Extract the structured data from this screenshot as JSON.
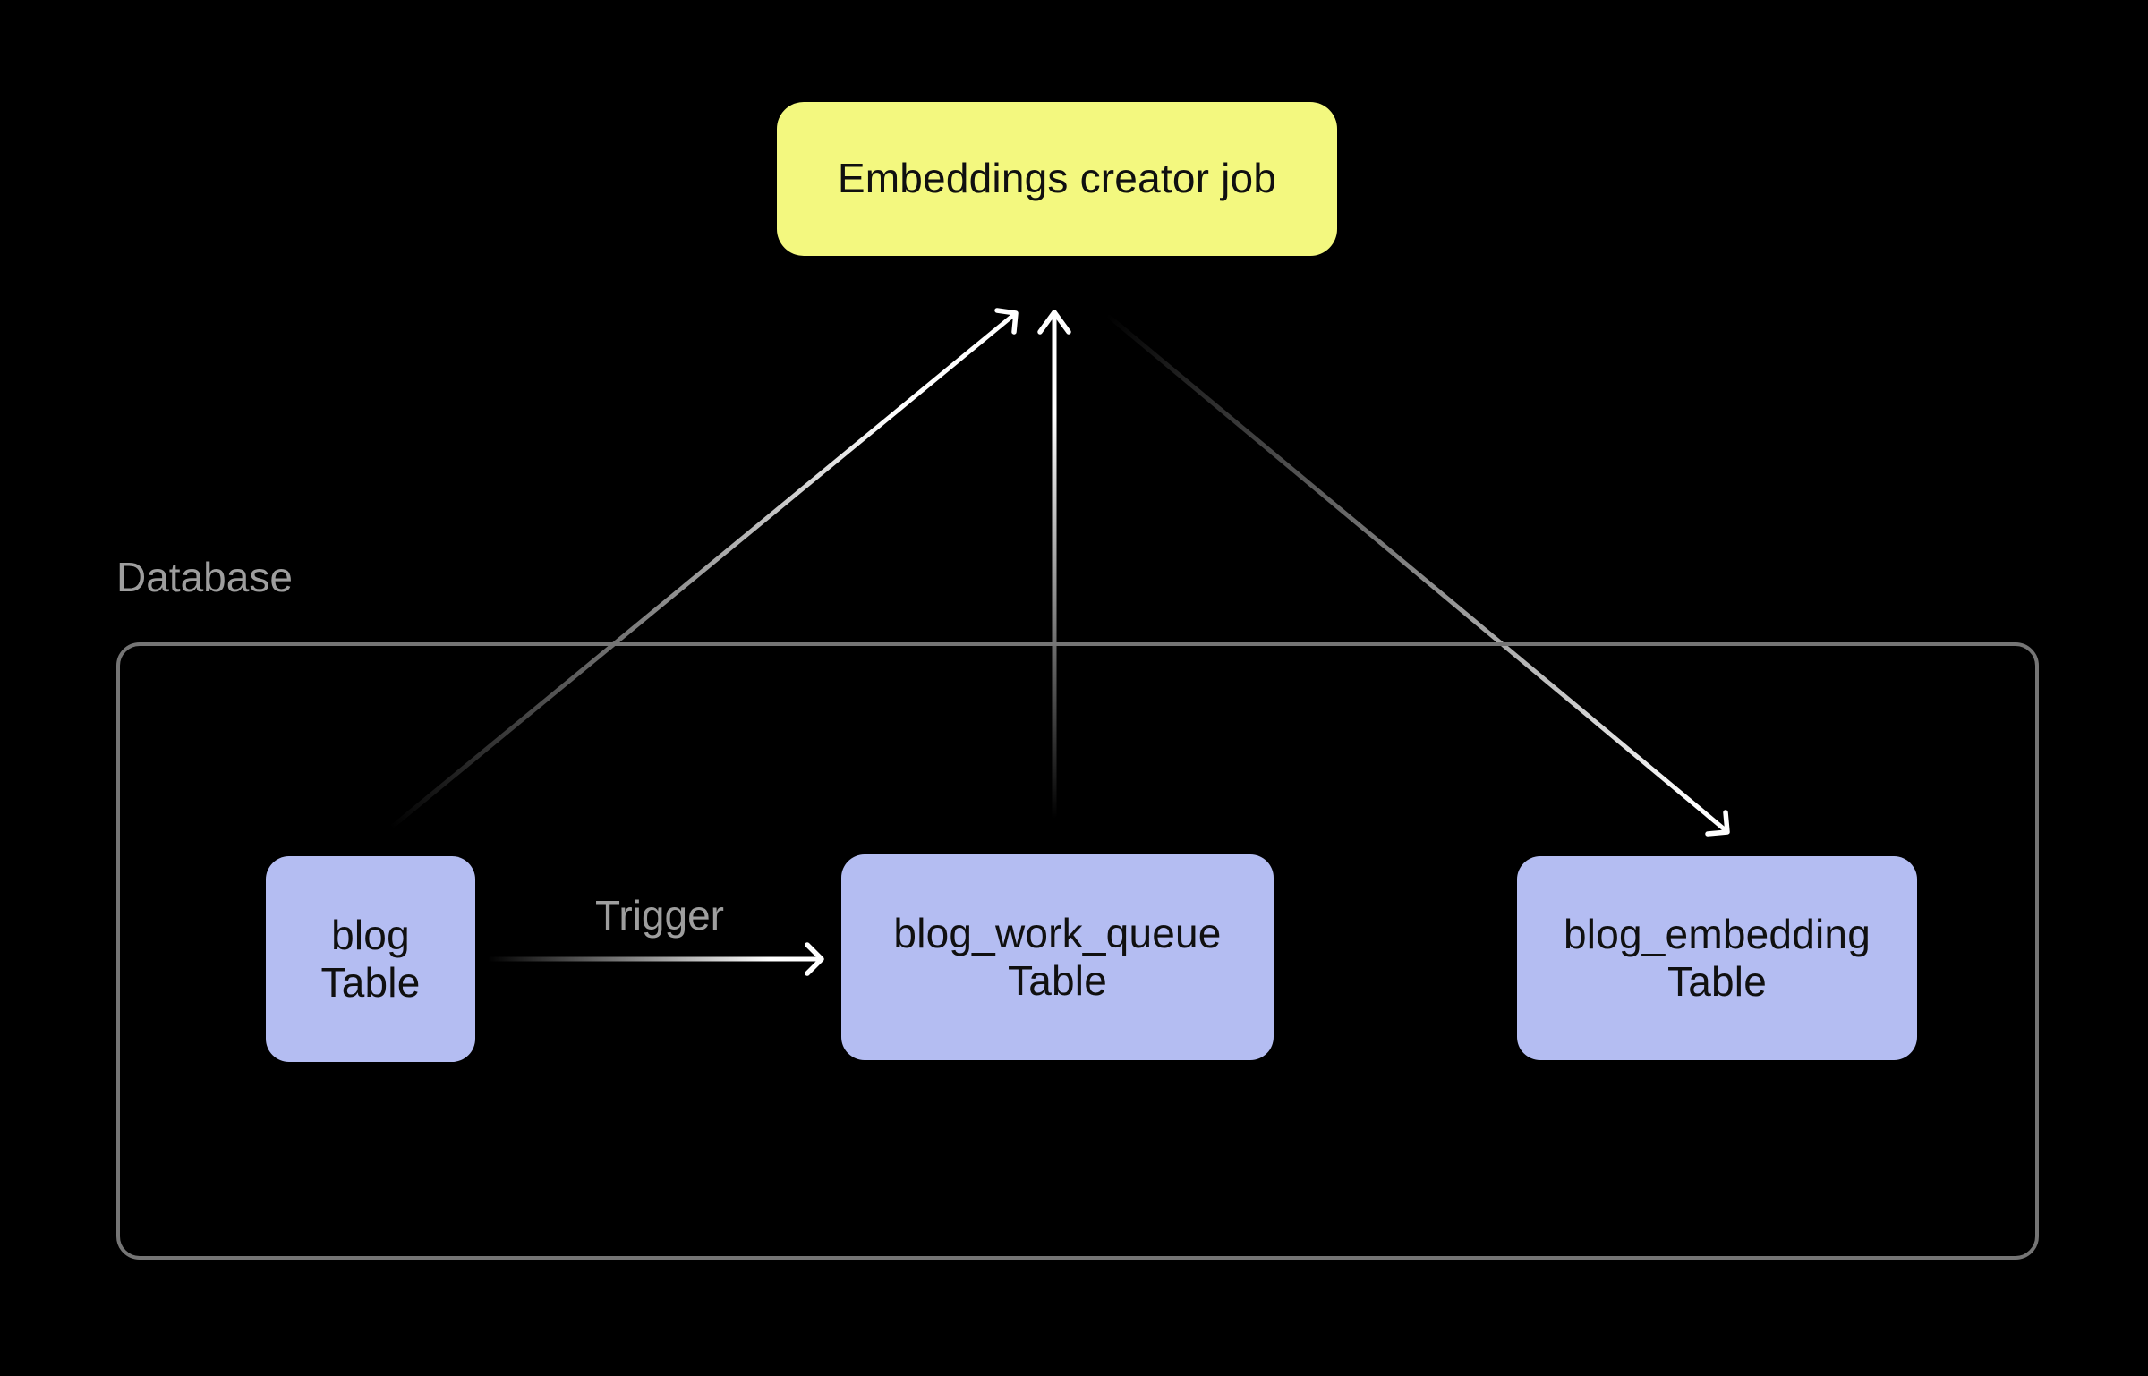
{
  "colors": {
    "background": "#000000",
    "job-fill": "#f3f87f",
    "table-fill": "#b4bdf2",
    "box-text": "#101010",
    "muted-text": "#9e9e9e",
    "container-border": "#757575",
    "arrow": "#ffffff"
  },
  "job": {
    "label": "Embeddings creator job"
  },
  "database": {
    "label": "Database"
  },
  "tables": {
    "blog": {
      "name": "blog",
      "type": "Table"
    },
    "work_queue": {
      "name": "blog_work_queue",
      "type": "Table"
    },
    "embedding": {
      "name": "blog_embedding",
      "type": "Table"
    }
  },
  "edges": {
    "trigger": {
      "label": "Trigger",
      "from": "blog Table",
      "to": "blog_work_queue Table"
    },
    "blog_to_job": {
      "from": "blog Table",
      "to": "Embeddings creator job"
    },
    "work_queue_to_job": {
      "from": "blog_work_queue Table",
      "to": "Embeddings creator job"
    },
    "job_to_embedding": {
      "from": "Embeddings creator job",
      "to": "blog_embedding Table"
    }
  }
}
